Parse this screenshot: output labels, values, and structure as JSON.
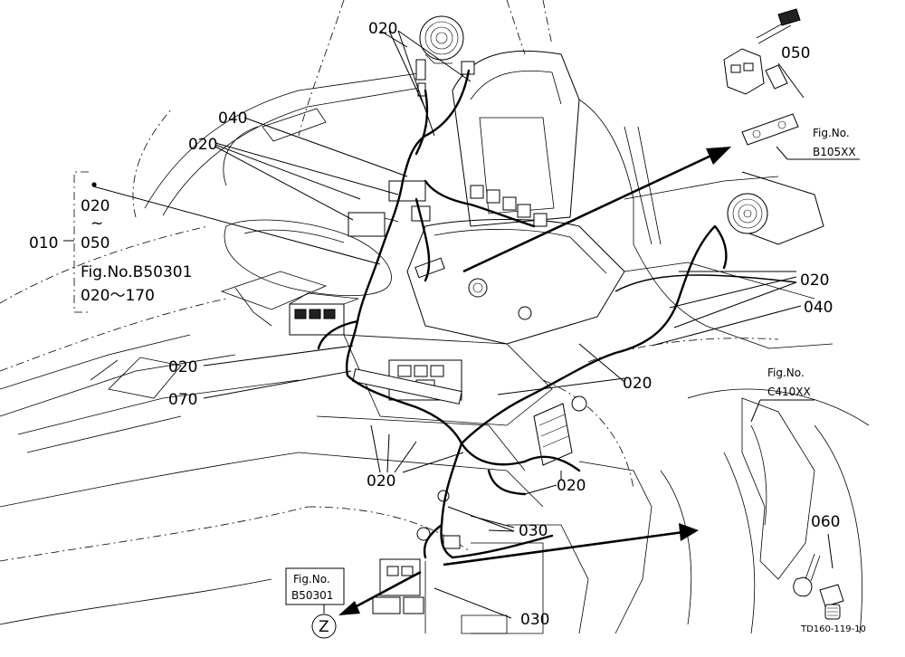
{
  "labels": {
    "l020_top": "020",
    "l040_upper": "040",
    "l020_upper": "020",
    "l010": "010",
    "group_020": "020",
    "group_tilde": "~",
    "group_050": "050",
    "group_fig": "Fig.No.B50301",
    "group_range": "020～170",
    "l050": "050",
    "l020_right1": "020",
    "l040_right": "040",
    "l020_left_mid": "020",
    "l070": "070",
    "l020_right2": "020",
    "l020_bottom": "020",
    "l020_right3": "020",
    "l030_a": "030",
    "l060": "060",
    "l030_b": "030",
    "z_label": "Z"
  },
  "fig_refs": {
    "b105": {
      "title": "Fig.No.",
      "code": "B105XX"
    },
    "c410": {
      "title": "Fig.No.",
      "code": "C410XX"
    },
    "b503": {
      "title": "Fig.No.",
      "code": "B50301"
    }
  },
  "drawing_code": "TD160-119-10"
}
